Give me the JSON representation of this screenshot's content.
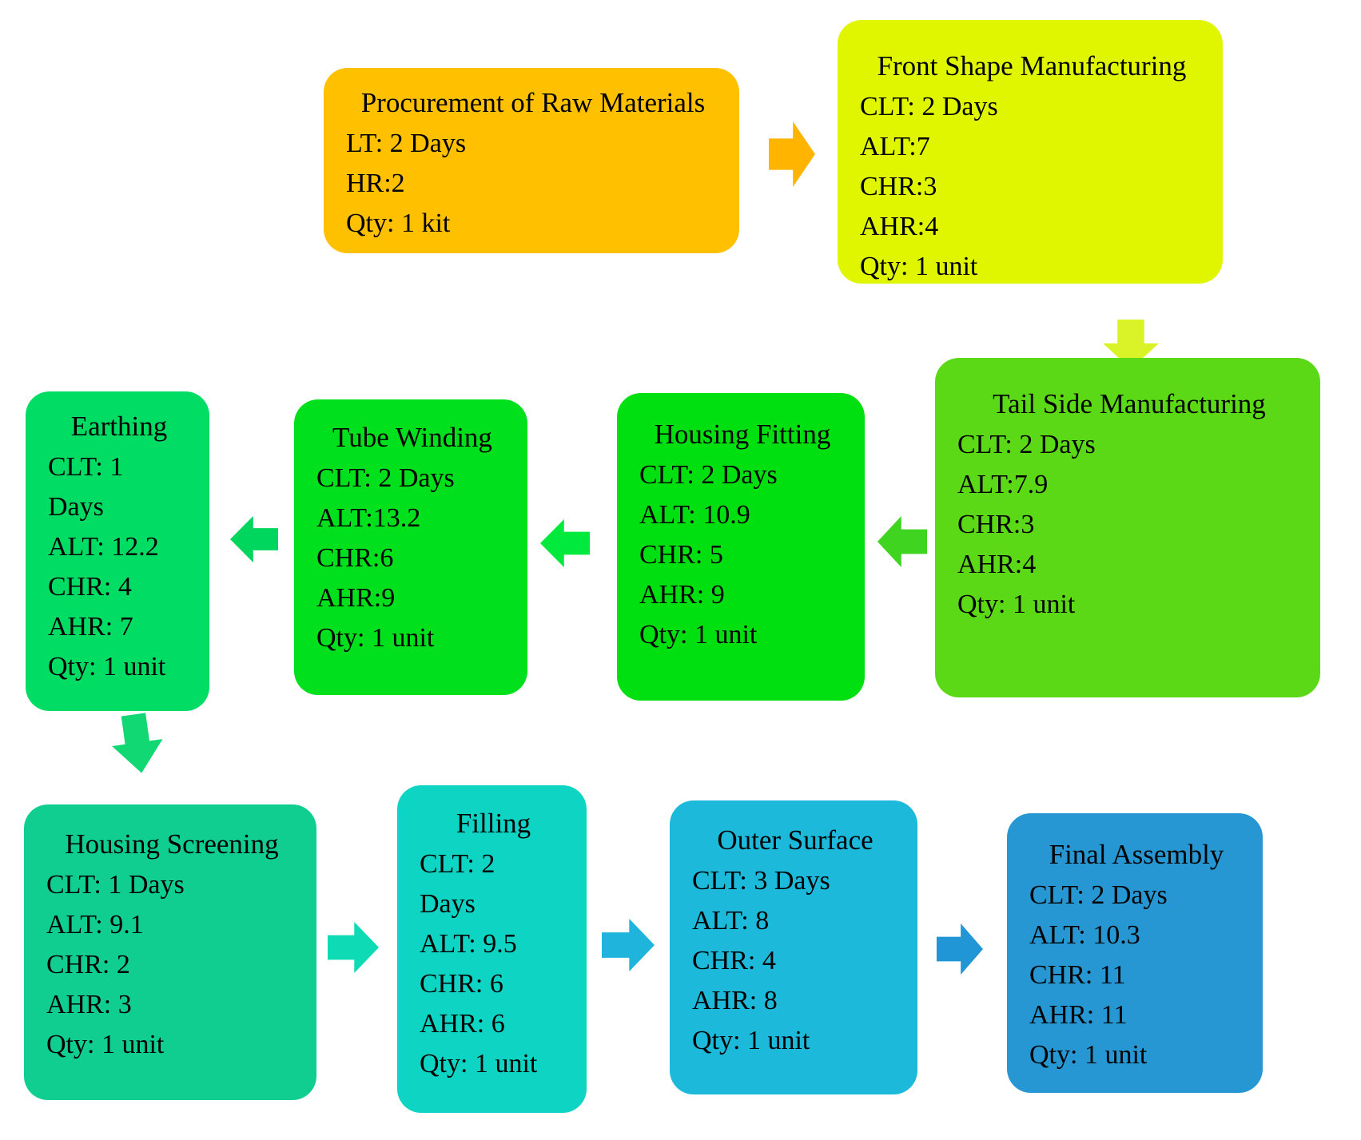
{
  "boxes": [
    {
      "id": "procurement",
      "title": "Procurement of Raw Materials",
      "lines": [
        "LT: 2 Days",
        "HR:2",
        "Qty: 1 kit"
      ],
      "color": "#FFC000"
    },
    {
      "id": "front-shape-manufacturing",
      "title": "Front Shape Manufacturing",
      "lines": [
        "CLT: 2 Days",
        "ALT:7",
        "CHR:3",
        "AHR:4",
        "Qty: 1 unit"
      ],
      "color": "#E0F500"
    },
    {
      "id": "tail-side-manufacturing",
      "title": "Tail Side Manufacturing",
      "lines": [
        "CLT: 2 Days",
        "ALT:7.9",
        "CHR:3",
        "AHR:4",
        "Qty: 1 unit"
      ],
      "color": "#5CD916"
    },
    {
      "id": "housing-fitting",
      "title": "Housing Fitting",
      "lines": [
        "CLT: 2 Days",
        "ALT: 10.9",
        "CHR: 5",
        "AHR: 9",
        "Qty: 1 unit"
      ],
      "color": "#00DF10"
    },
    {
      "id": "tube-winding",
      "title": "Tube Winding",
      "lines": [
        "CLT: 2 Days",
        "ALT:13.2",
        "CHR:6",
        "AHR:9",
        "Qty: 1 unit"
      ],
      "color": "#00E01C"
    },
    {
      "id": "earthing",
      "title": "Earthing",
      "lines": [
        "CLT: 1",
        "Days",
        "ALT: 12.2",
        "CHR: 4",
        "AHR: 7",
        "Qty: 1 unit"
      ],
      "color": "#00DC64"
    },
    {
      "id": "housing-screening",
      "title": "Housing Screening",
      "lines": [
        "CLT: 1 Days",
        "ALT: 9.1",
        "CHR: 2",
        "AHR: 3",
        "Qty: 1 unit"
      ],
      "color": "#10CE90"
    },
    {
      "id": "filling",
      "title": "Filling",
      "lines": [
        "CLT: 2",
        "Days",
        "ALT: 9.5",
        "CHR: 6",
        "AHR: 6",
        "Qty: 1 unit"
      ],
      "color": "#0ED4C4"
    },
    {
      "id": "outer-surface",
      "title": "Outer Surface",
      "lines": [
        "CLT: 3 Days",
        "ALT: 8",
        "CHR: 4",
        "AHR: 8",
        "Qty: 1 unit"
      ],
      "color": "#1CB9DB"
    },
    {
      "id": "final-assembly",
      "title": "Final Assembly",
      "lines": [
        "CLT: 2 Days",
        "ALT: 10.3",
        "CHR: 11",
        "AHR: 11",
        "Qty: 1 unit"
      ],
      "color": "#2697D3"
    }
  ],
  "arrows": [
    {
      "id": "arrow-procurement-to-front-shape",
      "direction": "right",
      "color": "#FFB500"
    },
    {
      "id": "arrow-front-shape-to-tail-side",
      "direction": "down",
      "color": "#D9F328"
    },
    {
      "id": "arrow-tail-side-to-housing-fitting",
      "direction": "left",
      "color": "#3ED41F"
    },
    {
      "id": "arrow-housing-fitting-to-tube-winding",
      "direction": "left",
      "color": "#00E93C"
    },
    {
      "id": "arrow-tube-winding-to-earthing",
      "direction": "left",
      "color": "#00D55E"
    },
    {
      "id": "arrow-earthing-to-housing-screening",
      "direction": "down",
      "color": "#12D873"
    },
    {
      "id": "arrow-housing-screening-to-filling",
      "direction": "right",
      "color": "#0EDBB5"
    },
    {
      "id": "arrow-filling-to-outer-surface",
      "direction": "right",
      "color": "#1FB4DC"
    },
    {
      "id": "arrow-outer-surface-to-final-assembly",
      "direction": "right",
      "color": "#2196D6"
    }
  ]
}
